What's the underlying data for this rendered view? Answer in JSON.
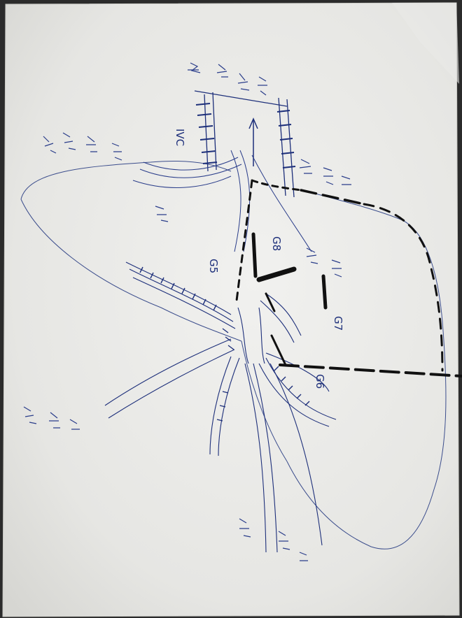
{
  "image": {
    "paper_color": "#ededeb",
    "ink_color": "#1d2f7a",
    "marker_color": "#111111"
  },
  "labels": {
    "ivc": "IVC",
    "g8": "G8",
    "g7": "G7",
    "g6": "G6",
    "g5": "G5"
  }
}
